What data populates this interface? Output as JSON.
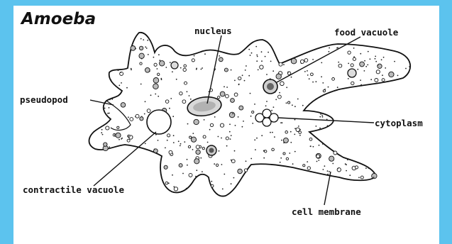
{
  "title": "Amoeba",
  "labels": {
    "nucleus": "nucleus",
    "food_vacuole": "food vacuole",
    "pseudopod": "pseudopod",
    "cytoplasm": "cytoplasm",
    "contractile_vacuole": "contractile vacuole",
    "cell_membrane": "cell membrane"
  },
  "colors": {
    "frame": "#5cc3ee",
    "panel": "#ffffff",
    "ink": "#111111"
  }
}
